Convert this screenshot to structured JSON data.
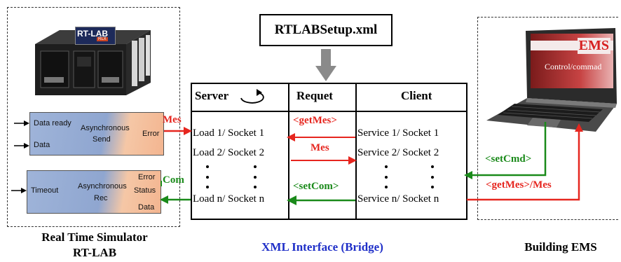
{
  "rtlab": {
    "logo_text": "RT-LAB",
    "logo_sub": "RLX",
    "send_block": {
      "in1": "Data ready",
      "in2": "Data",
      "title1": "Asynchronous",
      "title2": "Send",
      "out": "Error"
    },
    "recv_block": {
      "in1": "Timeout",
      "title1": "Asynchronous",
      "title2": "Rec",
      "out1": "Error",
      "out2": "Status",
      "out3": "Data"
    },
    "caption_line1": "Real Time Simulator",
    "caption_line2": "RT-LAB"
  },
  "bridge": {
    "setup_file": "RTLABSetup.xml",
    "headers": {
      "server": "Server",
      "request": "Requet",
      "client": "Client"
    },
    "server_rows": [
      "Load 1/ Socket 1",
      "Load 2/ Socket 2",
      "Load n/ Socket n"
    ],
    "client_rows": [
      "Service 1/ Socket 1",
      "Service 2/ Socket 2",
      "Service n/ Socket n"
    ],
    "request_labels": {
      "get_mes": "<getMes>",
      "mes": "Mes",
      "set_com": "<setCom>"
    },
    "caption": "XML Interface (Bridge)"
  },
  "links": {
    "mes": "Mes",
    "com": "Com",
    "set_cmd": "<setCmd>",
    "get_mes_mes": "<getMes>/Mes"
  },
  "ems": {
    "screen_title": "EMS",
    "screen_sub": "Control/commad",
    "caption": "Building EMS"
  },
  "colors": {
    "red": "#e6261f",
    "green": "#1a8a1a",
    "caption_blue": "#1f2fc8"
  }
}
